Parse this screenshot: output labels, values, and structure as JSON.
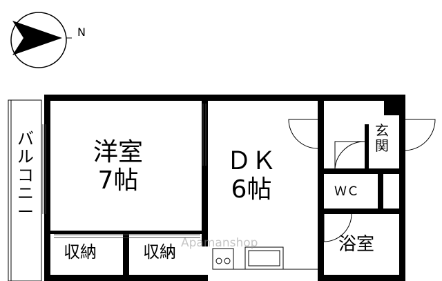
{
  "compass": {
    "north_label": "N",
    "icon": "north-arrow-icon"
  },
  "rooms": {
    "western_room": {
      "name": "洋室",
      "size": "7帖"
    },
    "dk": {
      "name": "ＤＫ",
      "size": "6帖"
    },
    "balcony": {
      "name": "バルコニー"
    },
    "storage_1": {
      "name": "収納"
    },
    "storage_2": {
      "name": "収納"
    },
    "entrance": {
      "name": "玄関"
    },
    "wc": {
      "name": "ＷＣ"
    },
    "bath": {
      "name": "浴室"
    }
  },
  "watermark": "Apamanshop",
  "colors": {
    "wall": "#000000",
    "background": "#ffffff",
    "watermark": "#969696"
  }
}
